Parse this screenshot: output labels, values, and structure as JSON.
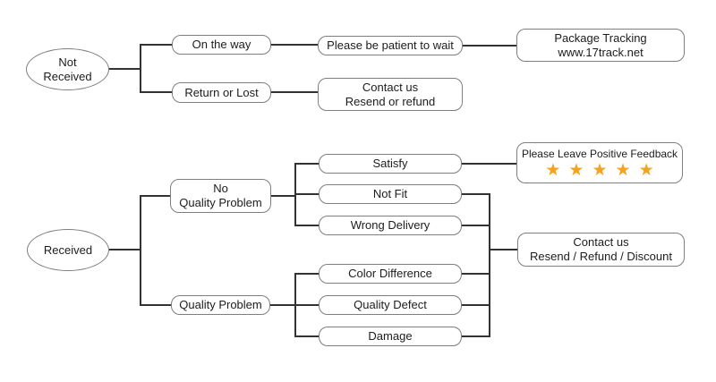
{
  "diagram_title": "Order received / not received customer service flowchart",
  "colors": {
    "star": "#F5A31E",
    "box_border": "#7e7e7e",
    "connector_line": "#333333",
    "text": "#1c1c1c",
    "background": "#ffffff"
  },
  "nodes": {
    "not_received": {
      "line1": "Not",
      "line2": "Received"
    },
    "on_the_way": {
      "label": "On the way"
    },
    "please_wait": {
      "label": "Please be patient to wait"
    },
    "package_tracking": {
      "line1": "Package Tracking",
      "line2": "www.17track.net"
    },
    "return_or_lost": {
      "label": "Return or Lost"
    },
    "contact_not_received": {
      "line1": "Contact us",
      "line2": "Resend or refund"
    },
    "received": {
      "label": "Received"
    },
    "no_quality_problem": {
      "line1": "No",
      "line2": "Quality Problem"
    },
    "satisfy": {
      "label": "Satisfy"
    },
    "not_fit": {
      "label": "Not Fit"
    },
    "wrong_delivery": {
      "label": "Wrong Delivery"
    },
    "feedback": {
      "label": "Please Leave Positive Feedback",
      "star": "★",
      "star_count": 5
    },
    "quality_problem": {
      "label": "Quality Problem"
    },
    "color_difference": {
      "label": "Color Difference"
    },
    "quality_defect": {
      "label": "Quality Defect"
    },
    "damage": {
      "label": "Damage"
    },
    "contact_received": {
      "line1": "Contact us",
      "line2": "Resend / Refund / Discount"
    }
  },
  "edges": [
    {
      "from": "Not Received",
      "to": "On the way"
    },
    {
      "from": "Not Received",
      "to": "Return or Lost"
    },
    {
      "from": "On the way",
      "to": "Please be patient to wait"
    },
    {
      "from": "Please be patient to wait",
      "to": "Package Tracking www.17track.net"
    },
    {
      "from": "Return or Lost",
      "to": "Contact us Resend or refund"
    },
    {
      "from": "Received",
      "to": "No Quality Problem"
    },
    {
      "from": "Received",
      "to": "Quality Problem"
    },
    {
      "from": "No Quality Problem",
      "to": "Satisfy"
    },
    {
      "from": "No Quality Problem",
      "to": "Not Fit"
    },
    {
      "from": "No Quality Problem",
      "to": "Wrong Delivery"
    },
    {
      "from": "Satisfy",
      "to": "Please Leave Positive Feedback"
    },
    {
      "from": "Quality Problem",
      "to": "Color Difference"
    },
    {
      "from": "Quality Problem",
      "to": "Quality Defect"
    },
    {
      "from": "Quality Problem",
      "to": "Damage"
    },
    {
      "from": "Not Fit",
      "to": "Contact us Resend / Refund / Discount"
    },
    {
      "from": "Wrong Delivery",
      "to": "Contact us Resend / Refund / Discount"
    },
    {
      "from": "Color Difference",
      "to": "Contact us Resend / Refund / Discount"
    },
    {
      "from": "Quality Defect",
      "to": "Contact us Resend / Refund / Discount"
    },
    {
      "from": "Damage",
      "to": "Contact us Resend / Refund / Discount"
    }
  ]
}
